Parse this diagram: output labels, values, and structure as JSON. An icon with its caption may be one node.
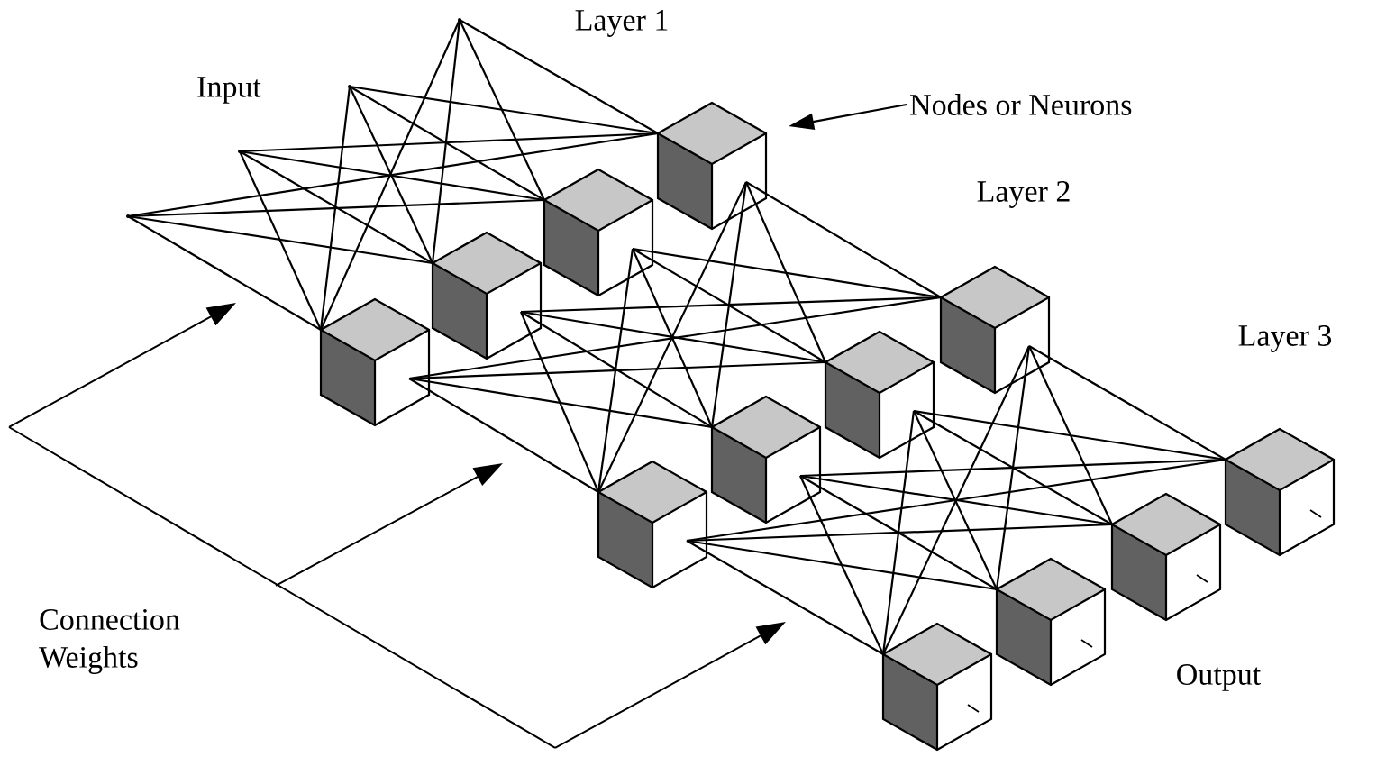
{
  "diagram": {
    "nodes": [
      {
        "text": [],
        "shape": "point"
      },
      {
        "text": [],
        "shape": "point"
      },
      {
        "text": [],
        "shape": "point"
      },
      {
        "text": [],
        "shape": "point"
      },
      {
        "text": [],
        "shape": "cube"
      },
      {
        "text": [],
        "shape": "cube"
      },
      {
        "text": [],
        "shape": "cube"
      },
      {
        "text": [],
        "shape": "cube"
      },
      {
        "text": [],
        "shape": "cube"
      },
      {
        "text": [],
        "shape": "cube"
      },
      {
        "text": [],
        "shape": "cube"
      },
      {
        "text": [],
        "shape": "cube"
      },
      {
        "text": [],
        "shape": "cube"
      },
      {
        "text": [],
        "shape": "cube"
      },
      {
        "text": [],
        "shape": "cube"
      },
      {
        "text": [],
        "shape": "cube"
      },
      {
        "text": [
          "Nodes or Neurons"
        ]
      }
    ],
    "edges": [
      {
        "from": 0,
        "to": 4,
        "arrow": "none"
      },
      {
        "from": 0,
        "to": 5,
        "arrow": "none"
      },
      {
        "from": 0,
        "to": 6,
        "arrow": "none"
      },
      {
        "from": 0,
        "to": 7,
        "arrow": "none"
      },
      {
        "from": 1,
        "to": 4,
        "arrow": "none"
      },
      {
        "from": 1,
        "to": 5,
        "arrow": "none"
      },
      {
        "from": 1,
        "to": 6,
        "arrow": "none"
      },
      {
        "from": 1,
        "to": 7,
        "arrow": "none"
      },
      {
        "from": 2,
        "to": 4,
        "arrow": "none"
      },
      {
        "from": 2,
        "to": 5,
        "arrow": "none"
      },
      {
        "from": 2,
        "to": 6,
        "arrow": "none"
      },
      {
        "from": 2,
        "to": 7,
        "arrow": "none"
      },
      {
        "from": 3,
        "to": 4,
        "arrow": "none"
      },
      {
        "from": 3,
        "to": 5,
        "arrow": "none"
      },
      {
        "from": 3,
        "to": 6,
        "arrow": "none"
      },
      {
        "from": 3,
        "to": 7,
        "arrow": "none"
      },
      {
        "from": 4,
        "to": 8,
        "arrow": "none"
      },
      {
        "from": 4,
        "to": 9,
        "arrow": "none"
      },
      {
        "from": 4,
        "to": 10,
        "arrow": "none"
      },
      {
        "from": 4,
        "to": 11,
        "arrow": "none"
      },
      {
        "from": 5,
        "to": 8,
        "arrow": "none"
      },
      {
        "from": 5,
        "to": 9,
        "arrow": "none"
      },
      {
        "from": 5,
        "to": 10,
        "arrow": "none"
      },
      {
        "from": 5,
        "to": 11,
        "arrow": "none"
      },
      {
        "from": 6,
        "to": 8,
        "arrow": "none"
      },
      {
        "from": 6,
        "to": 9,
        "arrow": "none"
      },
      {
        "from": 6,
        "to": 10,
        "arrow": "none"
      },
      {
        "from": 6,
        "to": 11,
        "arrow": "none"
      },
      {
        "from": 7,
        "to": 8,
        "arrow": "none"
      },
      {
        "from": 7,
        "to": 9,
        "arrow": "none"
      },
      {
        "from": 7,
        "to": 10,
        "arrow": "none"
      },
      {
        "from": 7,
        "to": 11,
        "arrow": "none"
      },
      {
        "from": 8,
        "to": 12,
        "arrow": "none"
      },
      {
        "from": 8,
        "to": 13,
        "arrow": "none"
      },
      {
        "from": 8,
        "to": 14,
        "arrow": "none"
      },
      {
        "from": 8,
        "to": 15,
        "arrow": "none"
      },
      {
        "from": 9,
        "to": 12,
        "arrow": "none"
      },
      {
        "from": 9,
        "to": 13,
        "arrow": "none"
      },
      {
        "from": 9,
        "to": 14,
        "arrow": "none"
      },
      {
        "from": 9,
        "to": 15,
        "arrow": "none"
      },
      {
        "from": 10,
        "to": 12,
        "arrow": "none"
      },
      {
        "from": 10,
        "to": 13,
        "arrow": "none"
      },
      {
        "from": 10,
        "to": 14,
        "arrow": "none"
      },
      {
        "from": 10,
        "to": 15,
        "arrow": "none"
      },
      {
        "from": 11,
        "to": 12,
        "arrow": "none"
      },
      {
        "from": 11,
        "to": 13,
        "arrow": "none"
      },
      {
        "from": 11,
        "to": 14,
        "arrow": "none"
      },
      {
        "from": 11,
        "to": 15,
        "arrow": "none"
      },
      {
        "from": 16,
        "to": 7,
        "arrow": "to"
      }
    ],
    "labels": [
      "Layer 1",
      "Input",
      "Layer 2",
      "Layer 3",
      "Connection Weights",
      "Output"
    ]
  }
}
